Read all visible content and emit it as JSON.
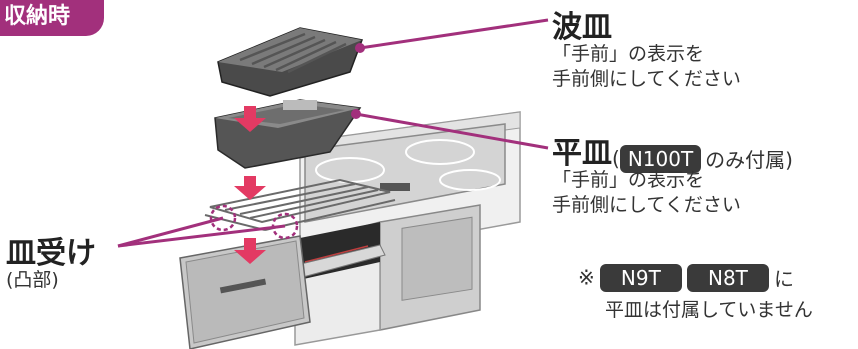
{
  "badge": "収納時",
  "callouts": {
    "corrugated": {
      "title": "波皿",
      "line1": "「手前」の表示を",
      "line2": "手前側にしてください"
    },
    "flat": {
      "title": "平皿",
      "paren_open": "(",
      "model": "N100T",
      "suffix": "のみ付属)",
      "line1": "「手前」の表示を",
      "line2": "手前側にしてください"
    },
    "receiver": {
      "title": "皿受け",
      "sub": "(凸部)"
    }
  },
  "note": {
    "mark": "※",
    "models": [
      "N9T",
      "N8T"
    ],
    "particle": "に",
    "line2": "平皿は付属していません"
  },
  "colors": {
    "accent": "#a2307c",
    "arrow": "#e33a63",
    "model_badge": "#3a3a3a"
  }
}
